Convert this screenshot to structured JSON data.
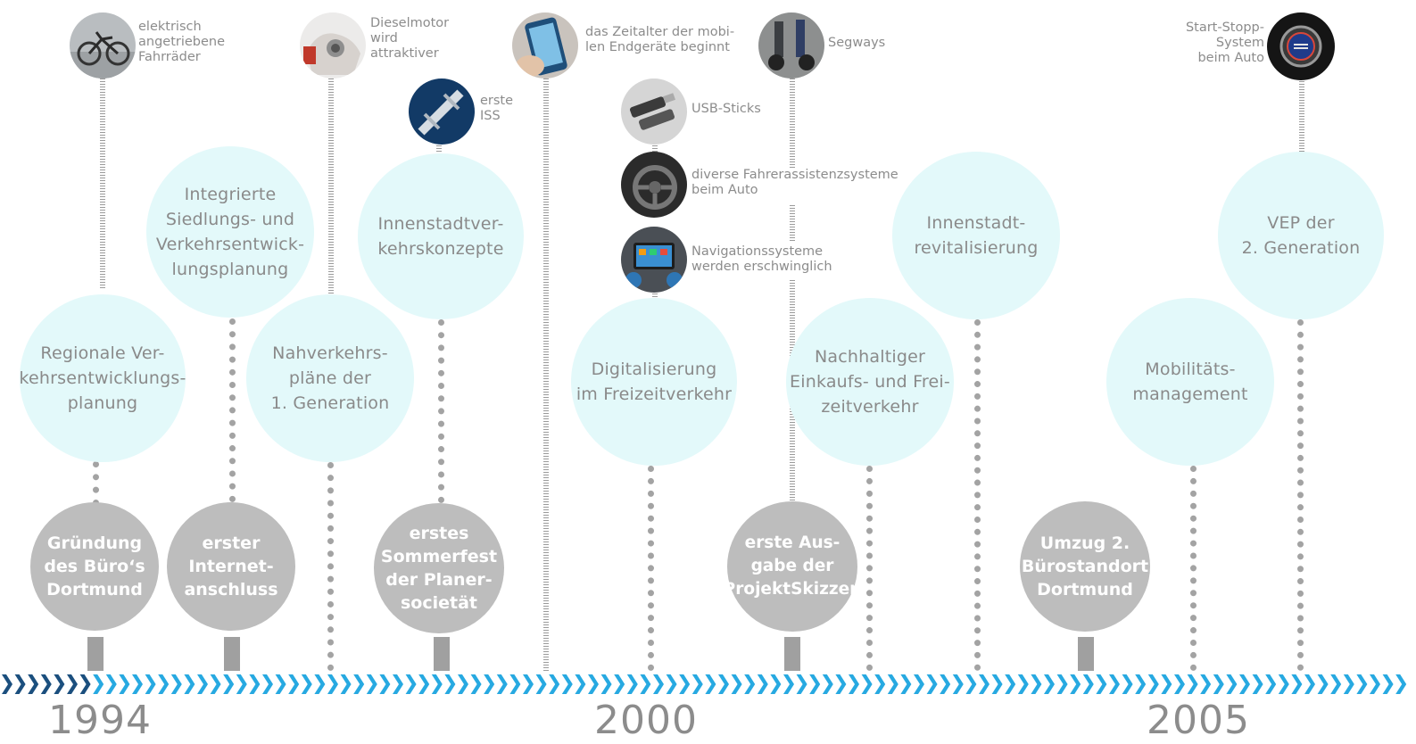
{
  "timeline": {
    "years": [
      "1994",
      "2000",
      "2005"
    ],
    "colors": {
      "chevron_dark": "#1b4f7e",
      "chevron_light": "#27a9e1",
      "bubble": "#e3f9fa",
      "milestone": "#bdbdbd"
    }
  },
  "milestones": [
    "Gründung\ndes Büro‘s\nDortmund",
    "erster\nInternet-\nanschluss",
    "erstes\nSommerfest\nder Planer-\nsocietät",
    "erste Aus-\ngabe der\nProjektSkizzen",
    "Umzug 2.\nBürostandort\nDortmund"
  ],
  "topics": [
    "Regionale Ver-\nkehrsentwicklungs-\nplanung",
    "Integrierte\nSiedlungs- und\nVerkehrsentwick-\nlungsplanung",
    "Nahverkehrs-\npläne der\n1. Generation",
    "Innenstadtver-\nkehrskonzepte",
    "Digitalisierung\nim Freizeitverkehr",
    "Nachhaltiger\nEinkaufs- und Frei-\nzeitverkehr",
    "Innenstadt-\nrevitalisierung",
    "Mobilitäts-\nmanagement",
    "VEP der\n2. Generation"
  ],
  "innovations": [
    {
      "label": "elektrisch\nangetriebene\nFahrräder",
      "icon": "e-bike-photo"
    },
    {
      "label": "Dieselmotor\nwird\nattraktiver",
      "icon": "diesel-engine-photo"
    },
    {
      "label": "erste\nISS",
      "icon": "iss-photo"
    },
    {
      "label": "das Zeitalter der mobi-\nlen Endgeräte beginnt",
      "icon": "smartphone-photo"
    },
    {
      "label": "USB-Sticks",
      "icon": "usb-sticks-photo"
    },
    {
      "label": "diverse Fahrerassistenzsysteme\nbeim Auto",
      "icon": "steering-wheel-photo"
    },
    {
      "label": "Navigationssysteme\nwerden erschwinglich",
      "icon": "car-navigation-photo"
    },
    {
      "label": "Segways",
      "icon": "segway-photo"
    },
    {
      "label": "Start-Stopp-\nSystem\nbeim Auto",
      "icon": "start-stop-button-photo"
    }
  ]
}
